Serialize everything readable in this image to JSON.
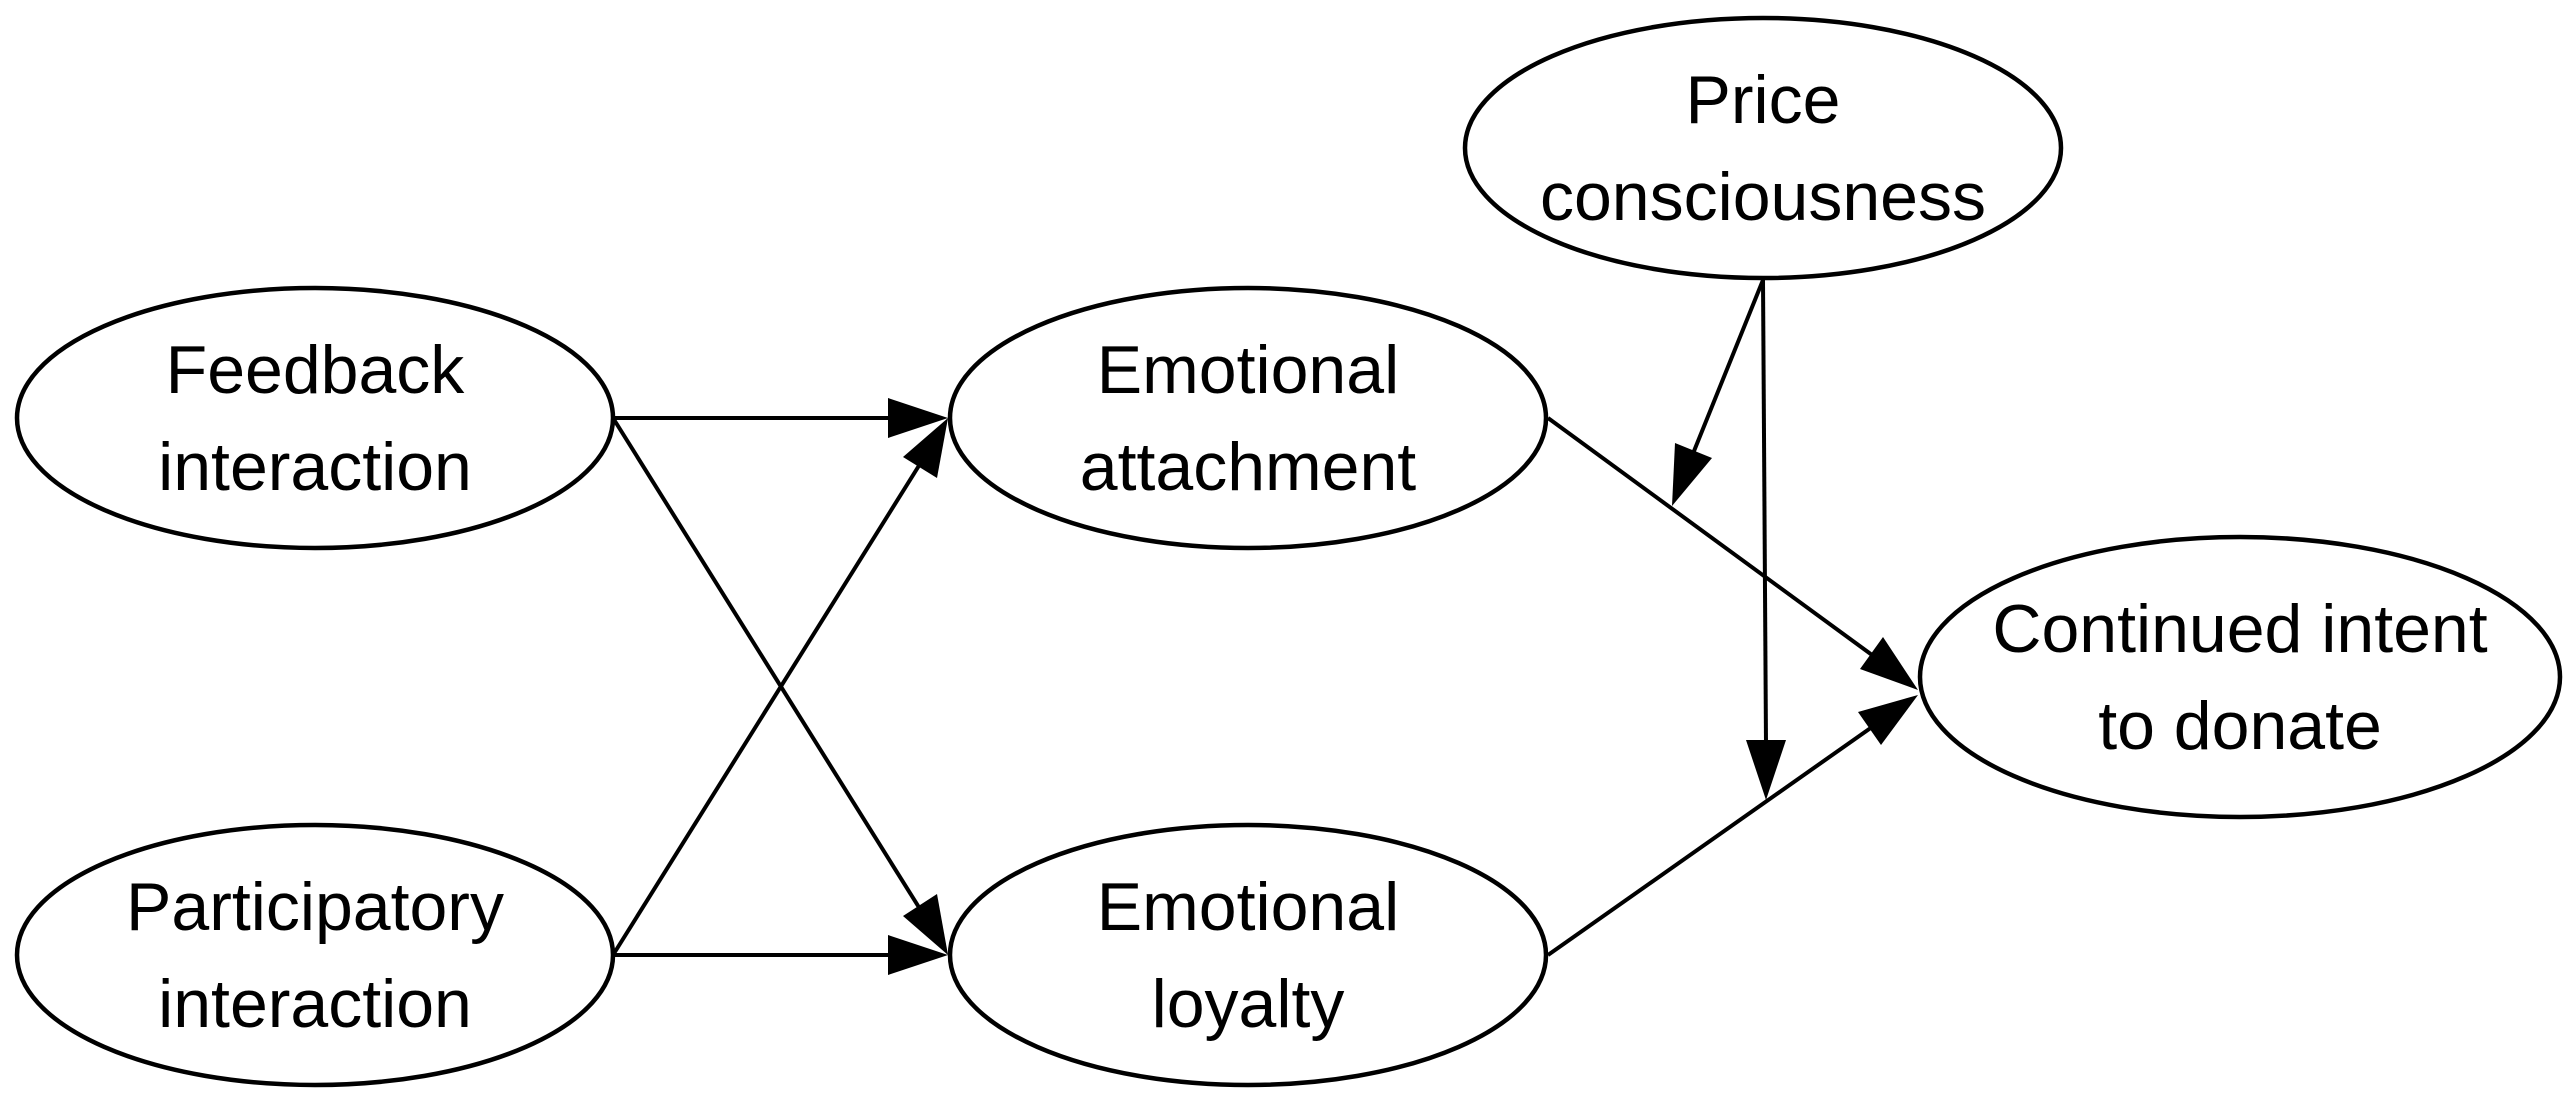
{
  "diagram": {
    "nodes": [
      {
        "id": "feedback-interaction",
        "lines": [
          "Feedback",
          "interaction"
        ]
      },
      {
        "id": "participatory-interaction",
        "lines": [
          "Participatory",
          "interaction"
        ]
      },
      {
        "id": "emotional-attachment",
        "lines": [
          "Emotional",
          "attachment"
        ]
      },
      {
        "id": "emotional-loyalty",
        "lines": [
          "Emotional",
          "loyalty"
        ]
      },
      {
        "id": "price-consciousness",
        "lines": [
          "Price",
          "consciousness"
        ]
      },
      {
        "id": "continued-intent-to-donate",
        "lines": [
          "Continued intent",
          "to donate"
        ]
      }
    ],
    "edges": [
      {
        "from": "feedback-interaction",
        "to": "emotional-attachment"
      },
      {
        "from": "feedback-interaction",
        "to": "emotional-loyalty"
      },
      {
        "from": "participatory-interaction",
        "to": "emotional-attachment"
      },
      {
        "from": "participatory-interaction",
        "to": "emotional-loyalty"
      },
      {
        "from": "emotional-attachment",
        "to": "continued-intent-to-donate"
      },
      {
        "from": "emotional-loyalty",
        "to": "continued-intent-to-donate"
      },
      {
        "from": "price-consciousness",
        "to": "attachment-to-intent-path",
        "type": "moderation"
      },
      {
        "from": "price-consciousness",
        "to": "loyalty-to-intent-path",
        "type": "moderation"
      }
    ]
  }
}
